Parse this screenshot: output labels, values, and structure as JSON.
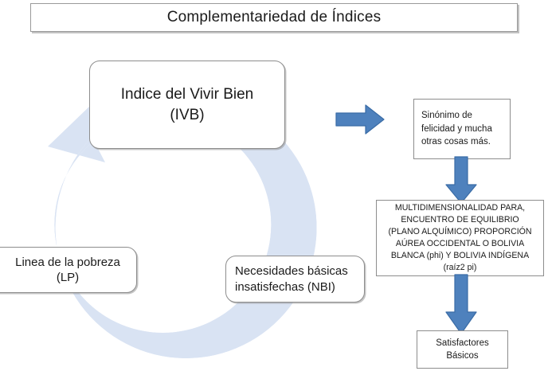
{
  "title": {
    "text": "Complementariedad de Índices"
  },
  "colors": {
    "arrow_fill": "#4E81BD",
    "arrow_stroke": "#3A6CA6",
    "ring_fill": "#D9E3F3",
    "box_border": "#8D8D8D",
    "text": "#1A1A1A",
    "background": "#FFFFFF"
  },
  "nodes": {
    "ivb": {
      "label": "Indice del Vivir Bien\n(IVB)"
    },
    "lp": {
      "label": "Linea de la pobreza\n(LP)"
    },
    "nbi": {
      "label": "Necesidades básicas\ninsatisfechas (NBI)"
    },
    "sinonimo": {
      "label": "Sinónimo de\nfelicidad y mucha\notras cosas más."
    },
    "multidimensionalidad": {
      "label": "MULTIDIMENSIONALIDAD PARA,\nENCUENTRO DE EQUILIBRIO\n(PLANO ALQUÍMICO) PROPORCIÓN\nAÚREA OCCIDENTAL  O  BOLIVIA\nBLANCA (phi) Y BOLIVIA INDÍGENA\n(raíz2 pi)"
    },
    "satisfactores": {
      "label": "Satisfactores\nBásicos"
    }
  },
  "connectors": {
    "cycle": {
      "icon": "circular-arrow-icon",
      "direction": "counter-clockwise"
    },
    "ivb_to_sinonimo": {
      "icon": "arrow-right-icon"
    },
    "sinonimo_to_multi": {
      "icon": "arrow-down-icon"
    },
    "multi_to_satisfactores": {
      "icon": "arrow-down-icon"
    }
  }
}
